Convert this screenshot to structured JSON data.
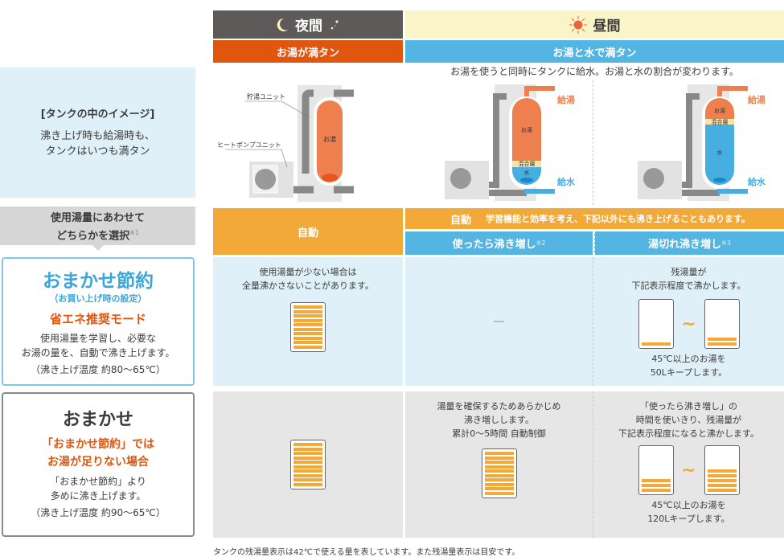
{
  "header": {
    "night": {
      "label": "夜間",
      "icon": "moon-icon",
      "subtitle": "お湯が満タン"
    },
    "day": {
      "label": "昼間",
      "icon": "sun-icon",
      "subtitle": "お湯と水で満タン",
      "note": "お湯を使うと同時にタンクに給水。お湯と水の割合が変わります。"
    }
  },
  "colors": {
    "night": "#5f5a5a",
    "day": "#fcf4c9",
    "orange": "#e1560f",
    "blue": "#55b5e2",
    "amber": "#f3a937"
  },
  "left": {
    "image_title": "[タンクの中のイメージ]",
    "image_desc_1": "沸き上げ時も給湯時も、",
    "image_desc_2": "タンクはいつも満タン",
    "select_1": "使用湯量にあわせて",
    "select_2": "どちらかを選択",
    "select_note": "※1"
  },
  "diagrams": {
    "storage_unit": "貯湯ユニット",
    "heatpump_unit": "ヒートポンプユニット",
    "hot": "お湯",
    "mixed": "混合層",
    "water": "水",
    "supply_hot": "給湯",
    "supply_water": "給水"
  },
  "modes": {
    "auto_night": "自動",
    "auto_day": "自動",
    "auto_day_note": "学習機能と効率を考え、下記以外にも沸き上げることもあります。",
    "mode_a": "使ったら沸き増し",
    "mode_a_note": "※2",
    "mode_b": "湯切れ沸き増し",
    "mode_b_note": "※3"
  },
  "eco": {
    "title": "おまかせ節約",
    "sub": "（お買い上げ時の設定）",
    "mode": "省エネ推奨モード",
    "desc_1": "使用湯量を学習し、必要な",
    "desc_2": "お湯の量を、自動で沸き上げます。",
    "temp": "（沸き上げ温度 約80〜65℃）",
    "night_1": "使用湯量が少ない場合は",
    "night_2": "全量沸かさないことがあります。",
    "mode_a_value": "—",
    "mode_b_1": "残湯量が",
    "mode_b_2": "下記表示程度で沸かします。",
    "mode_b_3": "45℃以上のお湯を",
    "mode_b_4": "50Lキープします。"
  },
  "omakase": {
    "title": "おまかせ",
    "red_1": "「おまかせ節約」では",
    "red_2": "お湯が足りない場合",
    "desc_1": "「おまかせ節約」より",
    "desc_2": "多めに沸き上げます。",
    "temp": "（沸き上げ温度 約90〜65℃）",
    "mode_a_1": "湯量を確保するためあらかじめ",
    "mode_a_2": "沸き増しします。",
    "mode_a_3": "累計0〜5時間 自動制御",
    "mode_b_1": "「使ったら沸き増し」の",
    "mode_b_2": "時間を使いきり、残湯量が",
    "mode_b_3": "下記表示程度になると沸かします。",
    "mode_b_4": "45℃以上のお湯を",
    "mode_b_5": "120Lキープします。"
  },
  "footer": "タンクの残湯量表示は42℃で使える量を表しています。また残湯量表示は目安です。"
}
